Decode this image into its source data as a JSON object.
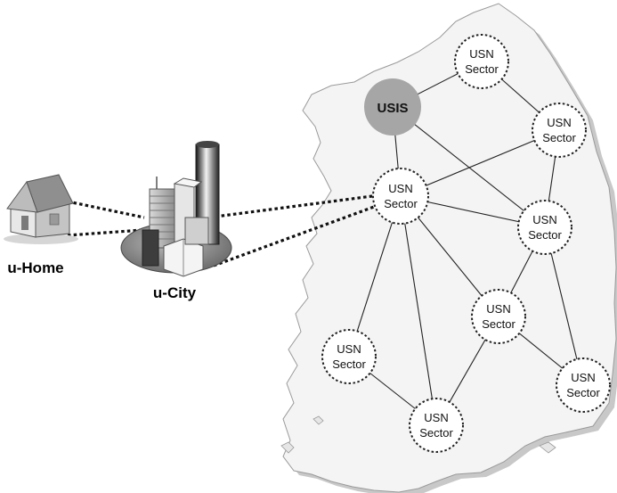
{
  "labels": {
    "home": "u-Home",
    "city": "u-City"
  },
  "usis": {
    "line1": "USIS"
  },
  "sectors": [
    {
      "line1": "USN",
      "line2": "Sector"
    },
    {
      "line1": "USN",
      "line2": "Sector"
    },
    {
      "line1": "USN",
      "line2": "Sector"
    },
    {
      "line1": "USN",
      "line2": "Sector"
    },
    {
      "line1": "USN",
      "line2": "Sector"
    },
    {
      "line1": "USN",
      "line2": "Sector"
    },
    {
      "line1": "USN",
      "line2": "Sector"
    },
    {
      "line1": "USN",
      "line2": "Sector"
    }
  ],
  "colors": {
    "usis_fill": "#a6a6a6",
    "map_fill": "#f3f3f3",
    "map_shadow": "#c8c8c8",
    "line": "#222222"
  },
  "icons": [
    "house-icon",
    "city-buildings-icon",
    "korea-map-outline"
  ]
}
